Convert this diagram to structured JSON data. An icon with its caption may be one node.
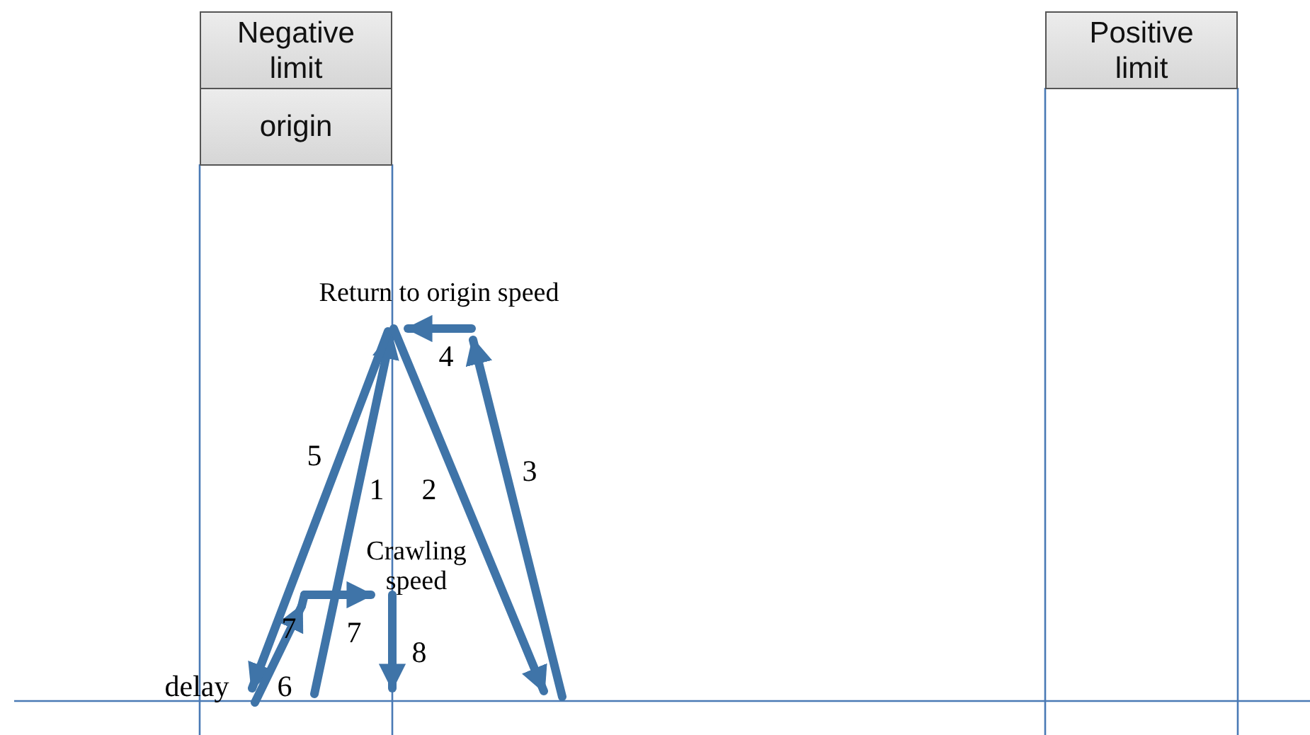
{
  "diagram": {
    "nodes": [
      {
        "text": [
          "Negative limit"
        ]
      },
      {
        "text": [
          "origin"
        ]
      },
      {
        "text": [
          "Positive limit"
        ]
      }
    ],
    "labels": [
      "Return to origin speed",
      "4",
      "5",
      "1",
      "2",
      "3",
      "Crawling speed",
      "7",
      "7",
      "8",
      "delay",
      "6"
    ]
  }
}
